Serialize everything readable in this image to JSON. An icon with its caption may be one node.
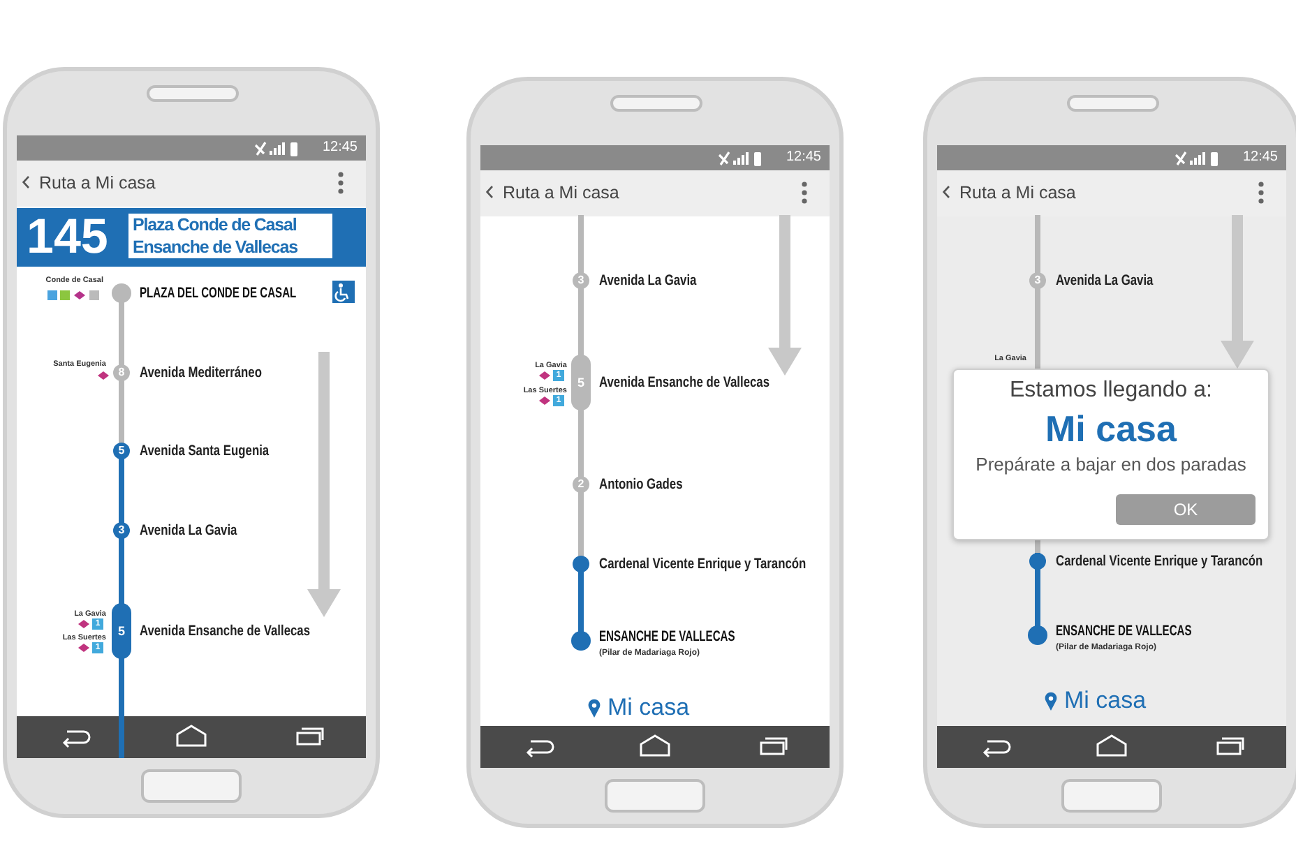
{
  "diagram": {
    "nodes": [
      {
        "text": [],
        "shape": "box"
      },
      {
        "text": [],
        "shape": "box"
      },
      {
        "text": [],
        "shape": "box"
      },
      {
        "text": [
          "145",
          "Plaza Conde de Casal Ensanche de Vallecas"
        ],
        "in": 0
      },
      {
        "text": [
          "Estamos llegando a:",
          "Mi casa",
          "Prepárate a bajar en dos paradas"
        ],
        "in": 2
      },
      {
        "text": [
          "OK"
        ],
        "in": 4
      }
    ],
    "labels": [
      "12:45",
      "Ruta a Mi casa",
      "Conde de Casal",
      "PLAZA DEL CONDE DE CASAL",
      "Santa Eugenia",
      "8",
      "Avenida Mediterráneo",
      "5",
      "Avenida Santa Eugenia",
      "3",
      "Avenida La Gavia",
      "La Gavia",
      "1",
      "Las Suertes",
      "1",
      "5",
      "Avenida Ensanche de Vallecas",
      "12:45",
      "Ruta a Mi casa",
      "3",
      "Avenida La Gavia",
      "La Gavia",
      "1",
      "Las Suertes",
      "1",
      "5",
      "Avenida Ensanche de Vallecas",
      "2",
      "Antonio Gades",
      "Cardenal Vicente Enrique y Tarancón",
      "ENSANCHE DE VALLECAS",
      "(Pilar de Madariaga Rojo)",
      "Mi casa",
      "12:45",
      "Ruta a Mi casa",
      "3",
      "Avenida La Gavia",
      "La Gavia",
      "Cardenal Vicente Enrique y Tarancón",
      "ENSANCHE DE VALLECAS",
      "(Pilar de Madariaga Rojo)",
      "Mi casa"
    ]
  }
}
